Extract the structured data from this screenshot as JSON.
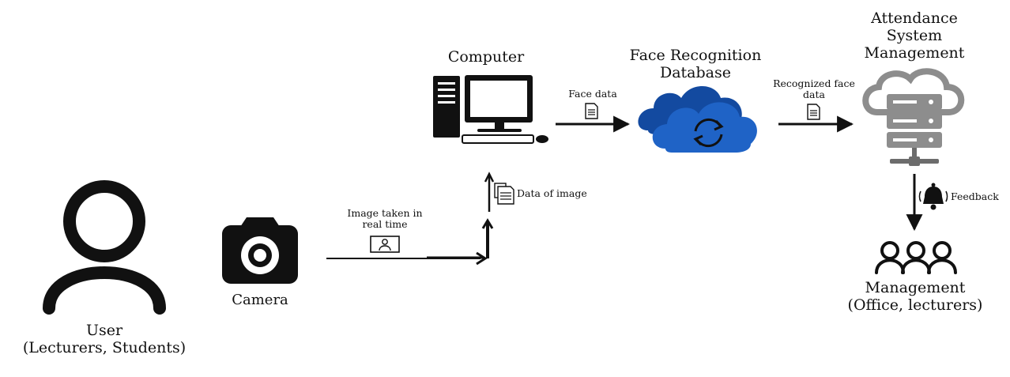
{
  "nodes": {
    "user": {
      "title": "User",
      "subtitle": "(Lecturers, Students)",
      "icon": "user-icon"
    },
    "camera": {
      "title": "Camera",
      "icon": "camera-icon"
    },
    "computer": {
      "title": "Computer",
      "icon": "desktop-computer-icon"
    },
    "database": {
      "title": "Face Recognition\nDatabase",
      "icon": "cloud-sync-icon"
    },
    "attendance": {
      "title": "Attendance\nSystem\nManagement",
      "icon": "cloud-server-icon"
    },
    "management": {
      "title": "Management",
      "subtitle": "(Office, lecturers)",
      "icon": "group-icon"
    }
  },
  "edges": {
    "camera_to_computer": {
      "label": "Image taken in\nreal time",
      "icon": "photo-frame-icon"
    },
    "image_data_up": {
      "label": "Data of image",
      "icon": "documents-icon"
    },
    "computer_to_database": {
      "label": "Face data",
      "icon": "document-icon"
    },
    "database_to_attendance": {
      "label": "Recognized face\ndata",
      "icon": "document-icon"
    },
    "attendance_to_management": {
      "label": "Feedback",
      "icon": "bell-icon"
    }
  },
  "colors": {
    "ink": "#111111",
    "cloud_blue": "#1f63c6",
    "cloud_blue_dark": "#134aa0",
    "server_gray": "#8d8d8d",
    "server_gray_dark": "#6c6c6c"
  }
}
